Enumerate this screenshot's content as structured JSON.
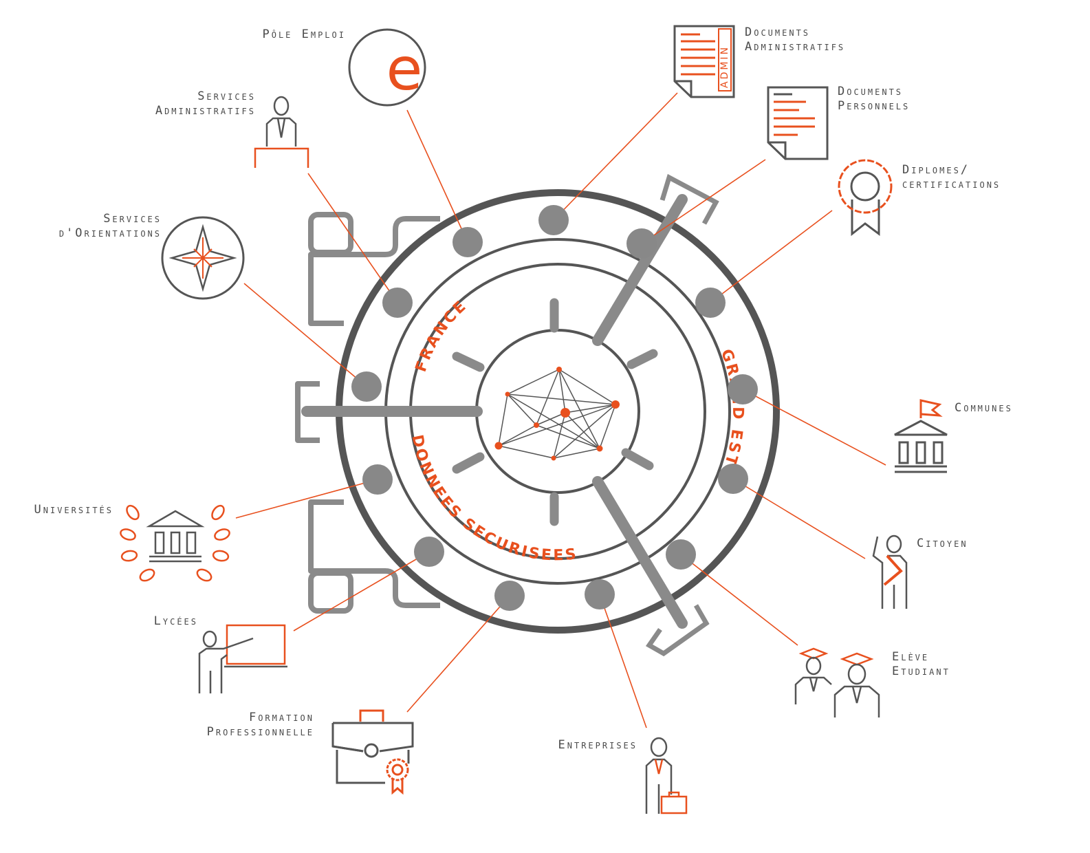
{
  "colors": {
    "accent": "#e8501e",
    "gray": "#4a4a4a",
    "light_gray": "#8a8a8a",
    "node": "#888888"
  },
  "ring_labels": {
    "outer_top": "FRANCE",
    "outer_right": "GRAND EST",
    "outer_bottom": "DONNEES SECURISEES"
  },
  "icon_letters": {
    "pole_emploi": "e",
    "admin_doc": "ADMIN"
  },
  "labels": {
    "pole_emploi": "Pôle Emploi",
    "services_admin": [
      "Services",
      "Administratifs"
    ],
    "services_orientation": [
      "Services",
      "d'Orientations"
    ],
    "docs_admin": [
      "Documents",
      "Administratifs"
    ],
    "docs_perso": [
      "Documents",
      "Personnels"
    ],
    "diplomes": [
      "Diplomes/",
      "certifications"
    ],
    "communes": "Communes",
    "citoyen": "Citoyen",
    "eleve": [
      "Elève",
      "Etudiant"
    ],
    "entreprises": "Entreprises",
    "formation": [
      "Formation",
      "Professionnelle"
    ],
    "lycees": "Lycées",
    "universites": "Universités"
  }
}
